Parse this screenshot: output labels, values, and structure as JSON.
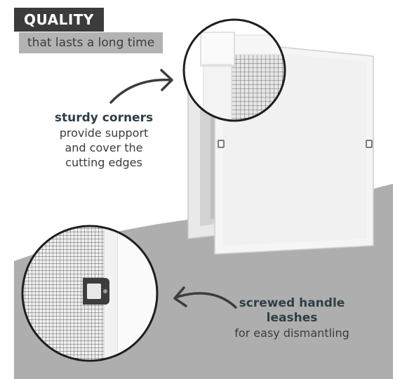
{
  "header": {
    "badge": "QUALITY",
    "subtitle": "that lasts a long time"
  },
  "callouts": {
    "corners": {
      "title": "sturdy corners",
      "lines": [
        "provide support",
        "and cover the",
        "cutting edges"
      ]
    },
    "handle": {
      "title_lines": [
        "screwed handle",
        "leashes"
      ],
      "lines": [
        "for easy dismantling"
      ]
    }
  },
  "colors": {
    "background_shape": "#aeaeae",
    "badge_dark": "#3b3b3b",
    "badge_light": "#b3b3b3",
    "title_text": "#2f3e46",
    "body_text": "#3c3c3c",
    "frame_white": "#f4f4f4",
    "mesh": "#6e6e6e",
    "handle": "#444444"
  },
  "icons": [
    "curved-arrow-icon",
    "curved-arrow-icon",
    "handle-leash-icon"
  ]
}
